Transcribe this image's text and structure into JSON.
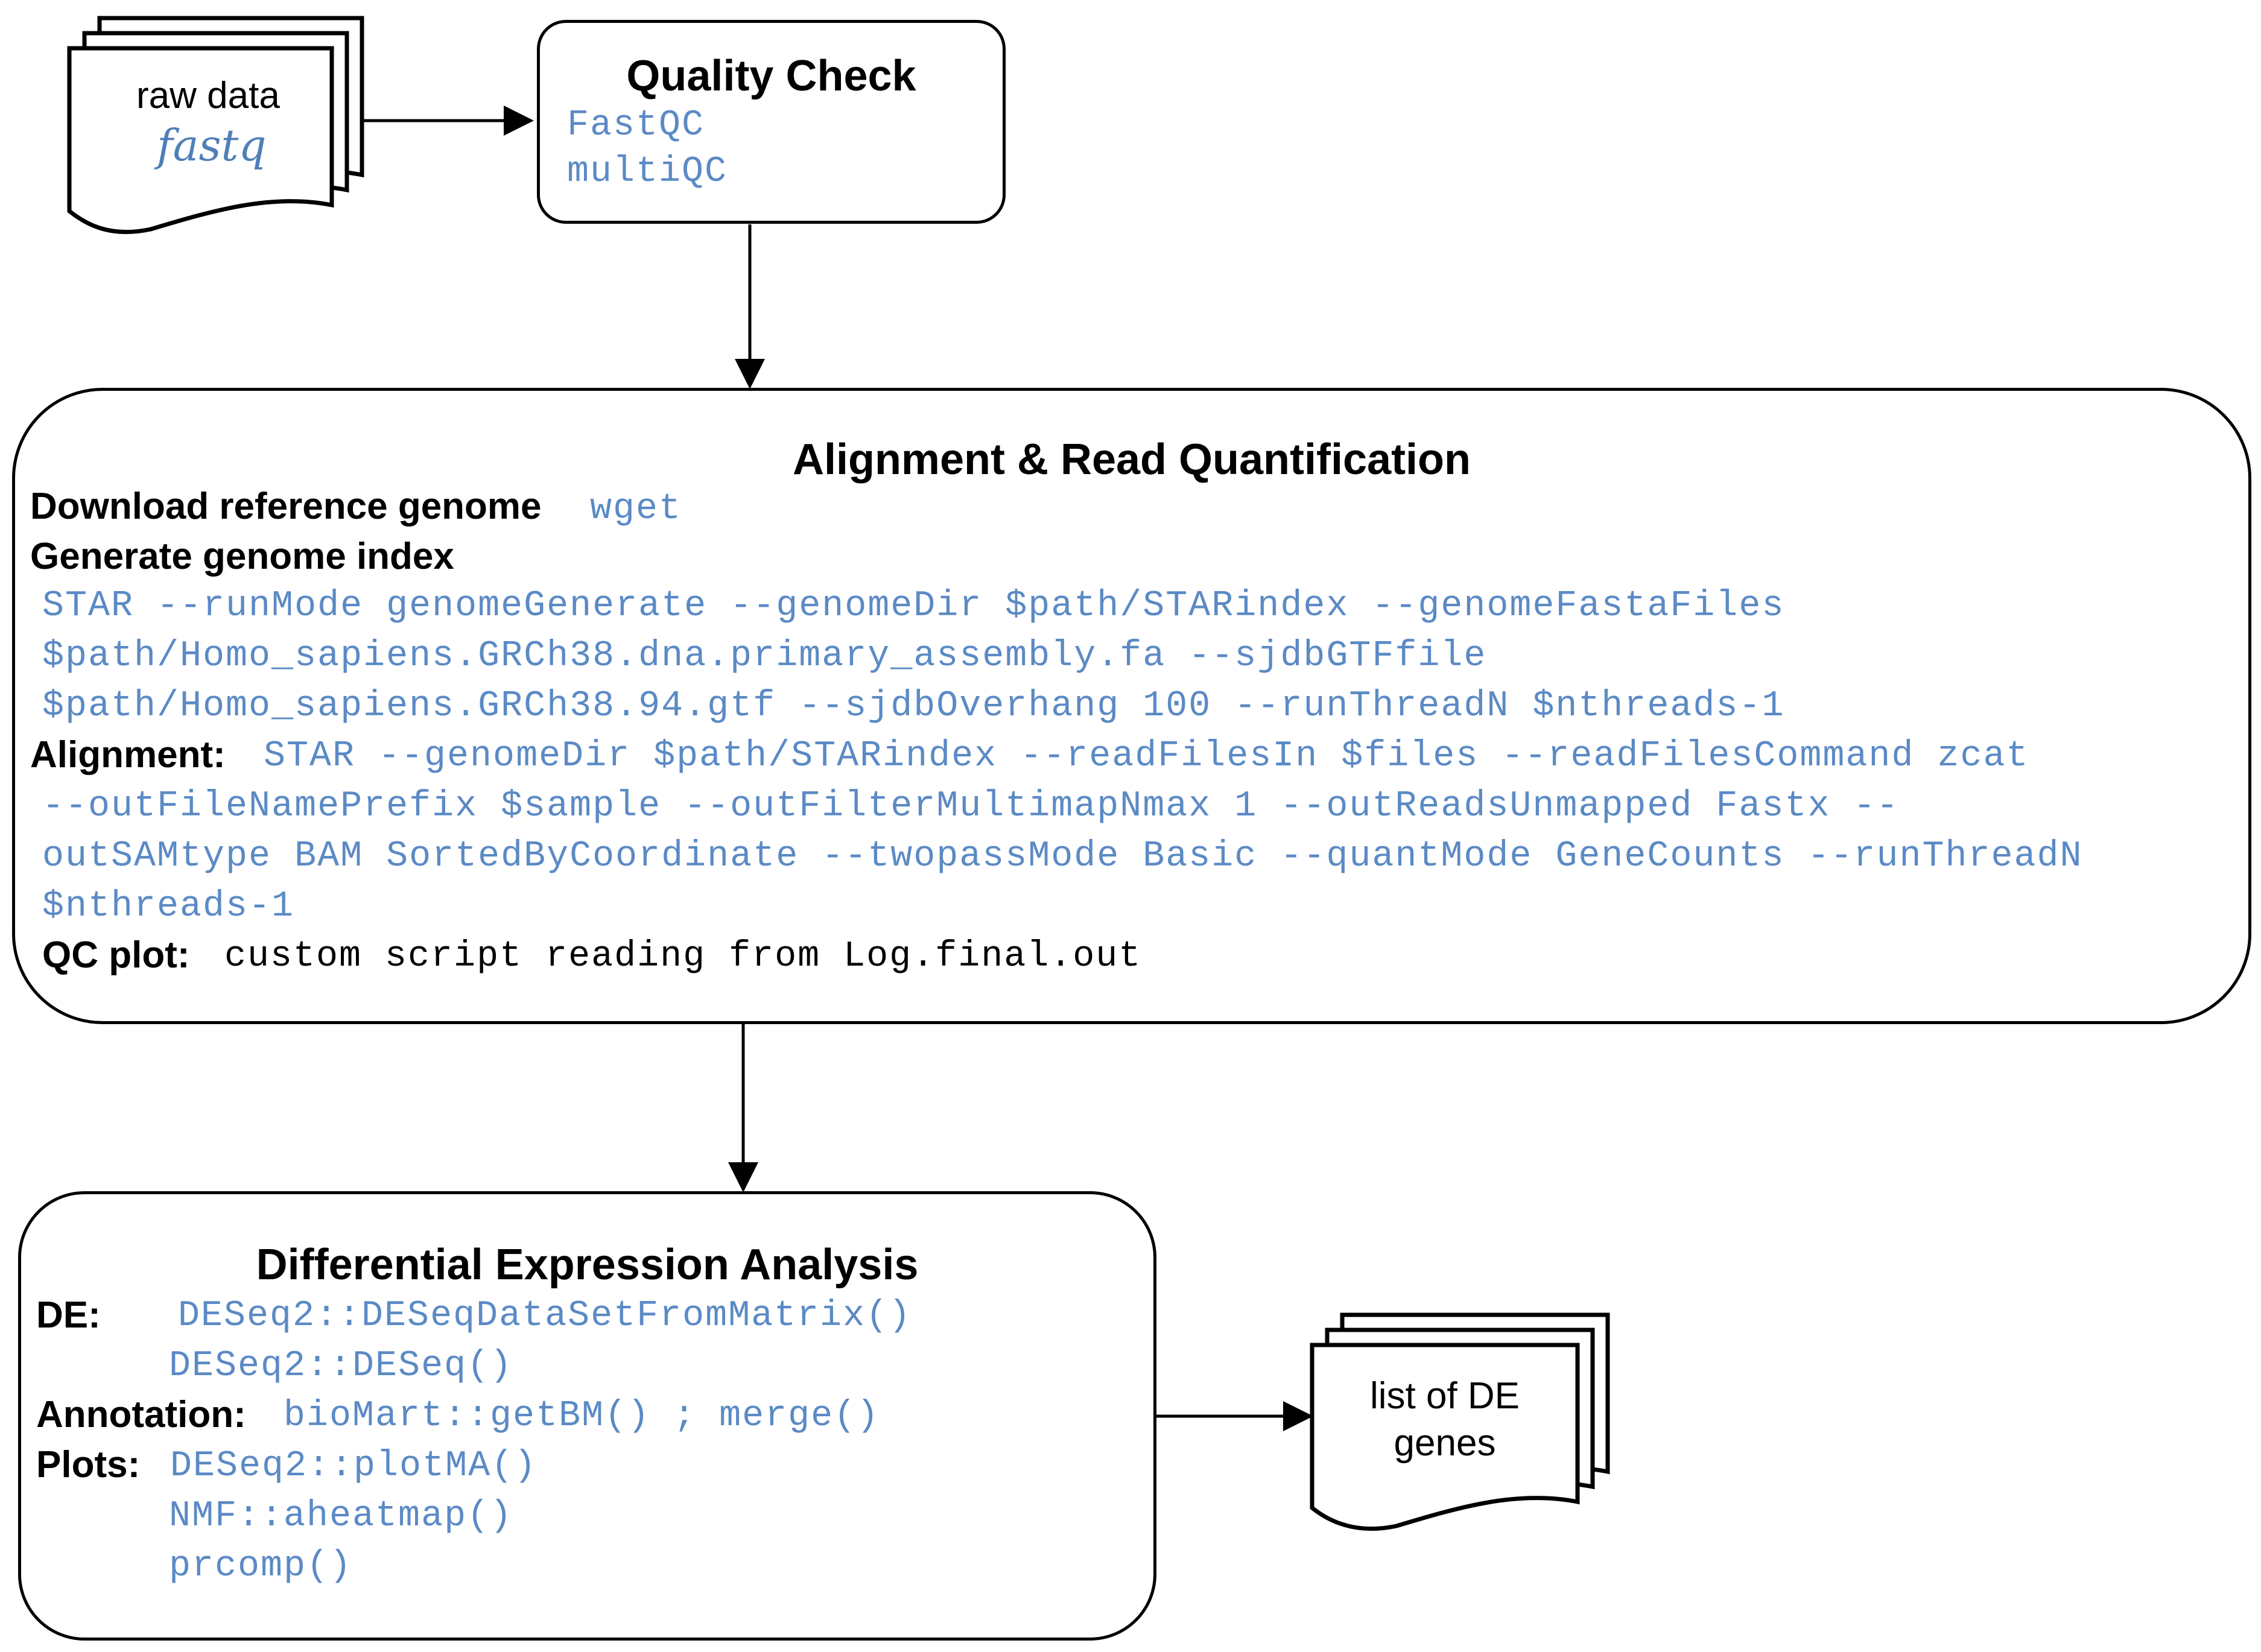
{
  "raw_data": {
    "label": "raw data",
    "format": "fastq"
  },
  "quality_check": {
    "title": "Quality Check",
    "tools": [
      "FastQC",
      "multiQC"
    ]
  },
  "alignment": {
    "title": "Alignment & Read Quantification",
    "download_label": "Download reference genome",
    "download_tool": "wget",
    "index_label": "Generate genome index",
    "index_cmd": [
      "STAR --runMode genomeGenerate --genomeDir $path/STARindex --genomeFastaFiles",
      "$path/Homo_sapiens.GRCh38.dna.primary_assembly.fa --sjdbGTFfile",
      "$path/Homo_sapiens.GRCh38.94.gtf --sjdbOverhang 100 --runThreadN $nthreads-1"
    ],
    "align_label": "Alignment:",
    "align_cmd": [
      "STAR --genomeDir $path/STARindex --readFilesIn $files --readFilesCommand zcat",
      "--outFileNamePrefix $sample --outFilterMultimapNmax 1 --outReadsUnmapped Fastx --",
      "outSAMtype BAM SortedByCoordinate --twopassMode Basic --quantMode GeneCounts --runThreadN",
      "$nthreads-1"
    ],
    "qc_label": "QC plot:",
    "qc_text": "custom script reading from Log.final.out"
  },
  "dea": {
    "title": "Differential Expression Analysis",
    "de_label": "DE:",
    "de_cmds": [
      "DESeq2::DESeqDataSetFromMatrix()",
      "DESeq2::DESeq()"
    ],
    "annotation_label": "Annotation:",
    "annotation_cmd": "bioMart::getBM() ; merge()",
    "plots_label": "Plots:",
    "plots_cmds": [
      "DESeq2::plotMA()",
      "NMF::aheatmap()",
      "prcomp()"
    ]
  },
  "output": {
    "label_lines": [
      "list of DE",
      "genes"
    ]
  },
  "colors": {
    "code": "#5b8ac5",
    "fastq": "#4f7fb8",
    "stroke": "#000000"
  }
}
